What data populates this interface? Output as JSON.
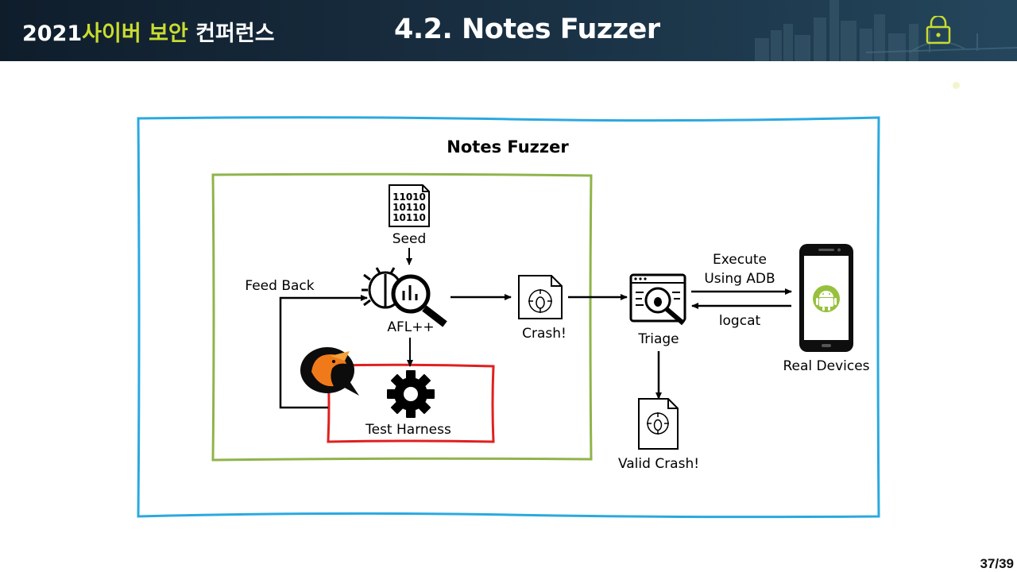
{
  "header": {
    "year": "2021",
    "conference_highlight": "사이버 보안",
    "conference_rest": "컨퍼런스",
    "slide_title": "4.2. Notes Fuzzer"
  },
  "diagram": {
    "title": "Notes Fuzzer",
    "seed_label": "Seed",
    "seed_bits": [
      "11010",
      "10110",
      "10110"
    ],
    "afl_label": "AFL++",
    "feedback_label": "Feed Back",
    "harness_label": "Test Harness",
    "crash_label": "Crash!",
    "triage_label": "Triage",
    "execute_label_line1": "Execute",
    "execute_label_line2": "Using ADB",
    "logcat_label": "logcat",
    "device_label": "Real Devices",
    "valid_crash_label": "Valid Crash!"
  },
  "colors": {
    "outer_border": "#2aa9e0",
    "inner_border": "#8fb44a",
    "harness_border": "#e02020",
    "android_green": "#97c03d",
    "accent_yellow": "#c9dc2f"
  },
  "icons": [
    "binary-file-icon",
    "bug-magnifier-icon",
    "qemu-logo-icon",
    "gear-icon",
    "crash-file-icon",
    "triage-window-icon",
    "smartphone-icon",
    "android-icon",
    "lock-icon"
  ],
  "footer": {
    "page_number": "37/39"
  }
}
